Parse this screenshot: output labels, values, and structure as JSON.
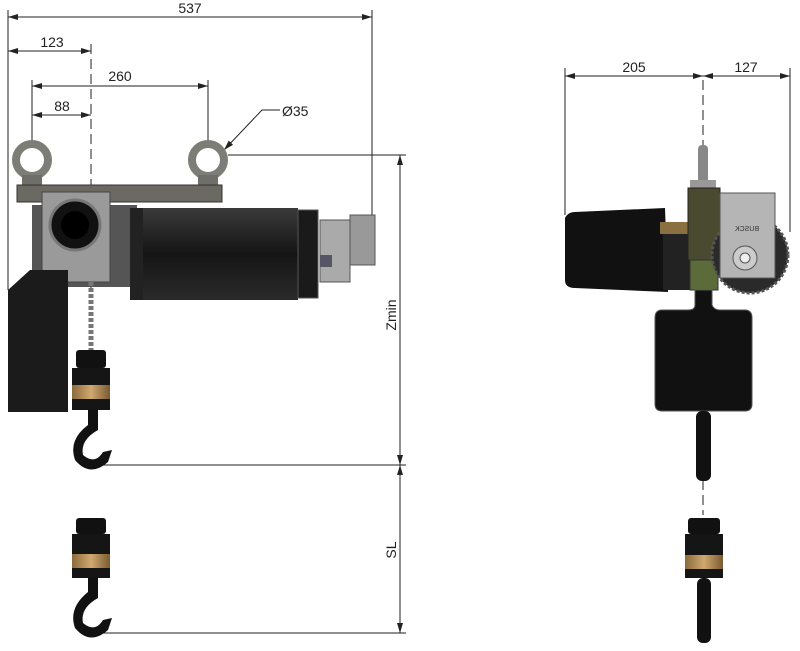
{
  "front_view": {
    "dimensions": {
      "overall_width": "537",
      "hook_offset": "123",
      "eye_spacing": "260",
      "eye_to_hook": "88",
      "eye_diameter": "Ø35",
      "min_height": "Zmin",
      "stroke_length": "SL"
    }
  },
  "side_view": {
    "dimensions": {
      "left_width": "205",
      "right_width": "127"
    },
    "logo_text": "BUSCK"
  },
  "colors": {
    "body": "#1a1a1a",
    "metal": "#8a8a85",
    "hook_collar": "#b08a55",
    "hook": "#111111",
    "green_part": "#5c6b3a"
  }
}
